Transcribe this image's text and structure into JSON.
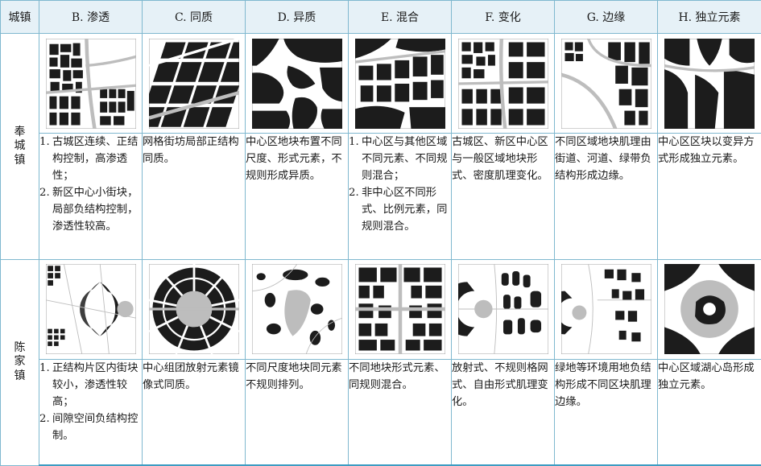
{
  "header": {
    "town": "城镇",
    "columns": [
      "B. 渗透",
      "C. 同质",
      "D. 异质",
      "E. 混合",
      "F. 变化",
      "G. 边缘",
      "H. 独立元素"
    ]
  },
  "rows": [
    {
      "town": [
        "奉",
        "城",
        "镇"
      ],
      "cells": [
        {
          "items": [
            "古城区连续、正结构控制，高渗透性；",
            "新区中心小街块，局部负结构控制，渗透性较高。"
          ]
        },
        {
          "text": "网格街坊局部正结构同质。"
        },
        {
          "text": "中心区地块布置不同尺度、形式元素，不规则形成异质。"
        },
        {
          "items": [
            "中心区与其他区域不同元素、不同规则混合；",
            "非中心区不同形式、比例元素，同规则混合。"
          ]
        },
        {
          "text": "古城区、新区中心区与一般区域地块形式、密度肌理变化。"
        },
        {
          "text": "不同区域地块肌理由街道、河道、绿带负结构形成边缘。"
        },
        {
          "text": "中心区区块以变异方式形成独立元素。"
        }
      ]
    },
    {
      "town": [
        "陈",
        "家",
        "镇"
      ],
      "cells": [
        {
          "items": [
            "正结构片区内街块较小，渗透性较高；",
            "间隙空间负结构控制。"
          ]
        },
        {
          "text": "中心组团放射元素镜像式同质。"
        },
        {
          "text": "不同尺度地块同元素不规则排列。"
        },
        {
          "text": "不同地块形式元素、同规则混合。"
        },
        {
          "text": "放射式、不规则格网式、自由形式肌理变化。"
        },
        {
          "text": "绿地等环境用地负结构形成不同区块肌理边缘。"
        },
        {
          "text": "中心区域湖心岛形成独立元素。"
        }
      ]
    }
  ],
  "colors": {
    "rule": "#3d9cc2",
    "header_bg": "#e6f1f7",
    "block": "#1c1c1c",
    "road": "#bdbdbd"
  }
}
